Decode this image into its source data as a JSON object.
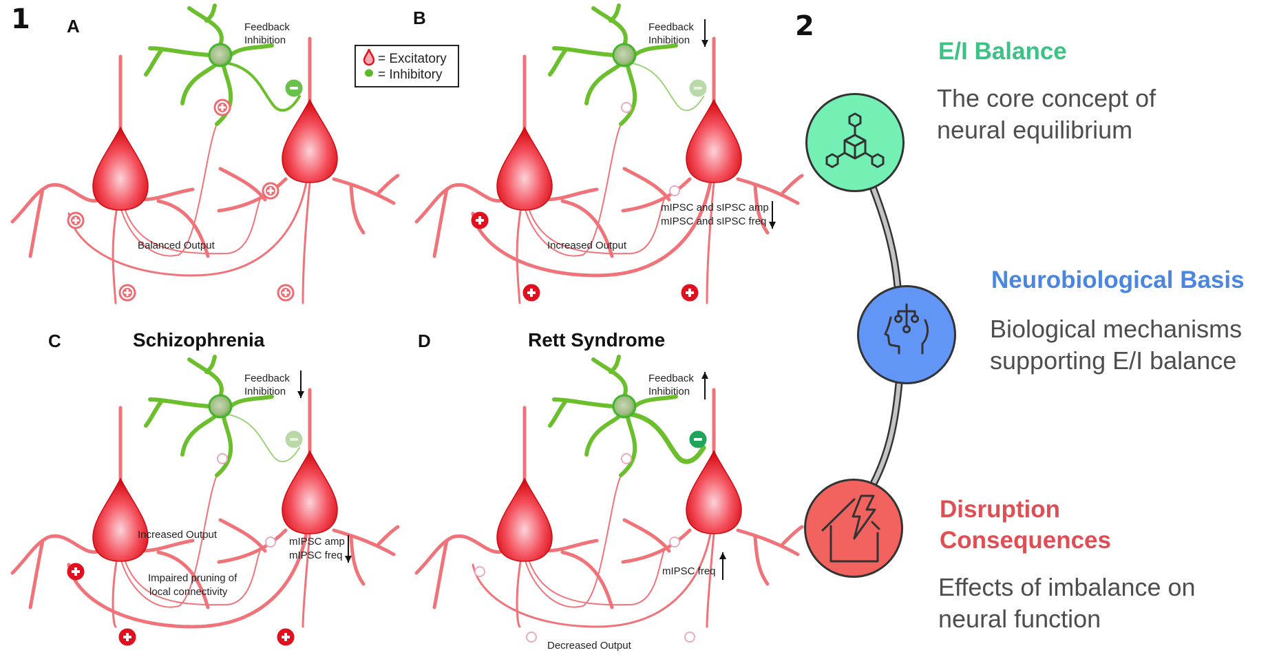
{
  "figure": {
    "part1_label": "1",
    "part2_label": "2"
  },
  "legend": {
    "excitatory_label": "= Excitatory",
    "inhibitory_label": "= Inhibitory"
  },
  "colors": {
    "excitatory_neuron": "#e8101a",
    "dendrite": "#f07379",
    "inhibitory_neuron": "#6cbf2c",
    "inhibitory_synapse": "#1fa55a",
    "excitatory_synapse_strong": "#e0101e",
    "excitatory_synapse_normal": "#f06a72",
    "synapse_weak": "#e9a9c4"
  },
  "panels": [
    {
      "letter": "A",
      "title": "",
      "feedback_label_1": "Feedback",
      "feedback_label_2": "Inhibition",
      "feedback_arrow": "none",
      "inhibitory_synapse": "normal",
      "excitatory_synapses": "normal",
      "output_synapses": "normal",
      "mipsc_lines": [],
      "mipsc_arrow": "none",
      "output_label": "Balanced Output",
      "output_label_2": ""
    },
    {
      "letter": "B",
      "title": "",
      "feedback_label_1": "Feedback",
      "feedback_label_2": "Inhibition",
      "feedback_arrow": "down",
      "inhibitory_synapse": "weak",
      "excitatory_synapses": "strong-recurrent",
      "output_synapses": "strong",
      "mipsc_lines": [
        "mIPSC and sIPSC amp",
        "mIPSC and sIPSC freq"
      ],
      "mipsc_arrow": "down",
      "output_label": "Increased Output",
      "output_label_2": ""
    },
    {
      "letter": "C",
      "title": "Schizophrenia",
      "feedback_label_1": "Feedback",
      "feedback_label_2": "Inhibition",
      "feedback_arrow": "down",
      "inhibitory_synapse": "weak",
      "excitatory_synapses": "strong-recurrent",
      "output_synapses": "strong",
      "mipsc_lines": [
        "mIPSC amp",
        "mIPSC freq"
      ],
      "mipsc_arrow": "down",
      "output_label": "Increased Output",
      "output_label_2": "Impaired  pruning of",
      "output_label_3": "local connectivity"
    },
    {
      "letter": "D",
      "title": "Rett Syndrome",
      "feedback_label_1": "Feedback",
      "feedback_label_2": "Inhibition",
      "feedback_arrow": "up",
      "inhibitory_synapse": "strong",
      "excitatory_synapses": "weak",
      "output_synapses": "weak",
      "mipsc_lines": [
        "mIPSC freq"
      ],
      "mipsc_arrow": "up",
      "output_label": "Decreased Output",
      "output_label_2": ""
    }
  ],
  "nodes": [
    {
      "title": "E/I Balance",
      "desc_1": "The core concept of",
      "desc_2": "neural equilibrium",
      "icon": "molecule-cube-icon",
      "fill": "#74f0b4",
      "title_color": "#3ec184"
    },
    {
      "title": "Neurobiological Basis",
      "desc_1": "Biological mechanisms",
      "desc_2": "supporting E/I balance",
      "icon": "head-circuit-icon",
      "fill": "#6196f7",
      "title_color": "#4a86e0"
    },
    {
      "title": "Disruption",
      "title_2": "Consequences",
      "desc_1": "Effects of imbalance on",
      "desc_2": "neural function",
      "icon": "house-lightning-icon",
      "fill": "#f2625f",
      "title_color": "#e04e54"
    }
  ]
}
